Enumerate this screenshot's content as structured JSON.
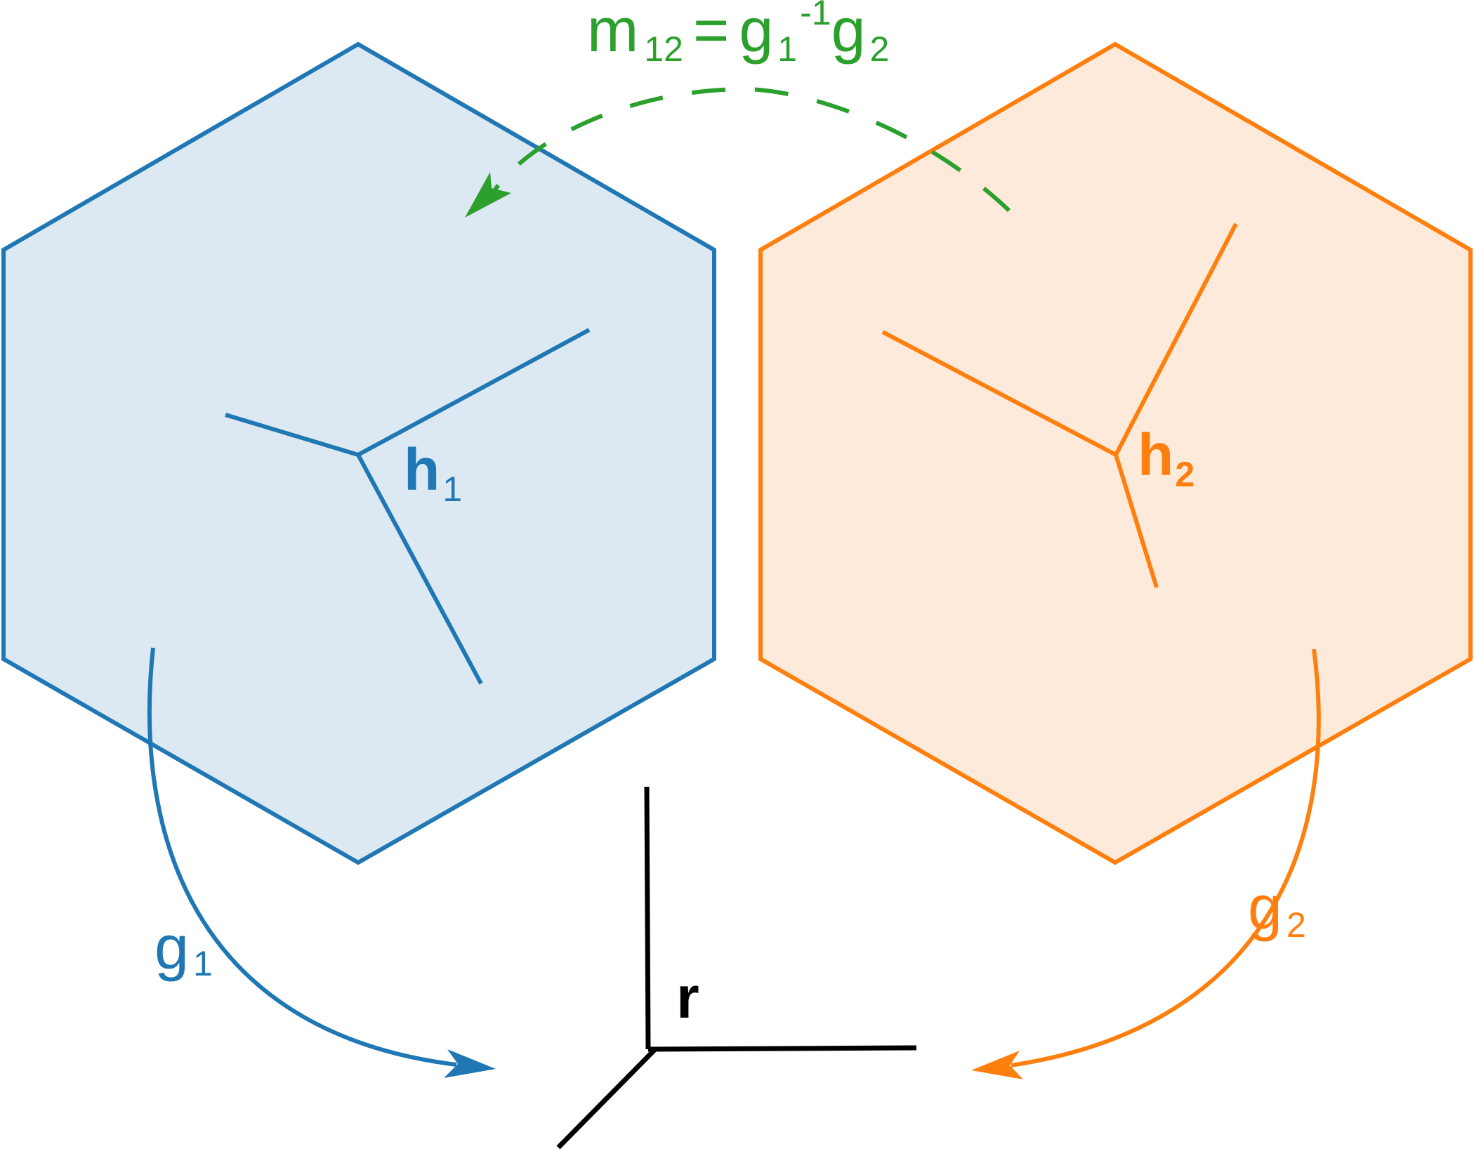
{
  "colors": {
    "blue": "#1f77b4",
    "blue_fill": "#dce9f3",
    "orange": "#ff7f0e",
    "orange_fill": "#fdeada",
    "green": "#2ca02c",
    "black": "#000000"
  },
  "nodes": {
    "h1": {
      "base": "h",
      "sub": "1"
    },
    "h2": {
      "base": "h",
      "sub": "2"
    },
    "r": {
      "base": "r"
    }
  },
  "arrows": {
    "g1": {
      "base": "g",
      "sub": "1"
    },
    "g2": {
      "base": "g",
      "sub": "2"
    }
  },
  "relation": {
    "lhs_base": "m",
    "lhs_sub": "12",
    "equals": "=",
    "g1_base": "g",
    "g1_sub": "1",
    "g1_sup": "-1",
    "g2_base": "g",
    "g2_sub": "2"
  }
}
